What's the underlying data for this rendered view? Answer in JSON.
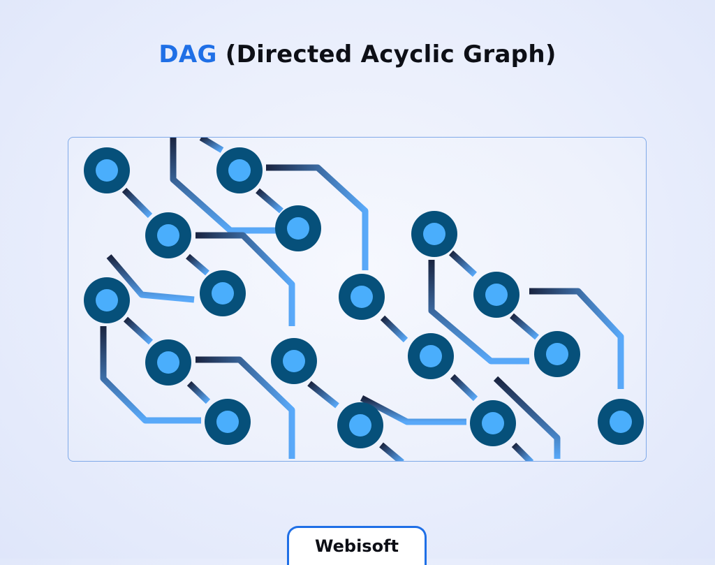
{
  "header": {
    "title_accent": "DAG",
    "title_rest": "(Directed Acyclic Graph)"
  },
  "brand": {
    "label": "Webisoft"
  },
  "colors": {
    "accent": "#1f6fe6",
    "node_ring": "#06507a",
    "node_core": "#4aaefc",
    "edge_dark": "#1a2440",
    "edge_light": "#59a9f9"
  },
  "diagram": {
    "nodes": [
      {
        "id": "n1"
      },
      {
        "id": "n2"
      },
      {
        "id": "n3"
      },
      {
        "id": "n4"
      },
      {
        "id": "n5"
      },
      {
        "id": "n6"
      },
      {
        "id": "n7"
      },
      {
        "id": "n8"
      },
      {
        "id": "n9"
      },
      {
        "id": "n10"
      },
      {
        "id": "n11"
      },
      {
        "id": "n12"
      },
      {
        "id": "n13"
      },
      {
        "id": "n14"
      },
      {
        "id": "n15"
      },
      {
        "id": "n16"
      },
      {
        "id": "n17"
      },
      {
        "id": "n18"
      },
      {
        "id": "n19"
      },
      {
        "id": "n20"
      },
      {
        "id": "n21"
      }
    ]
  }
}
